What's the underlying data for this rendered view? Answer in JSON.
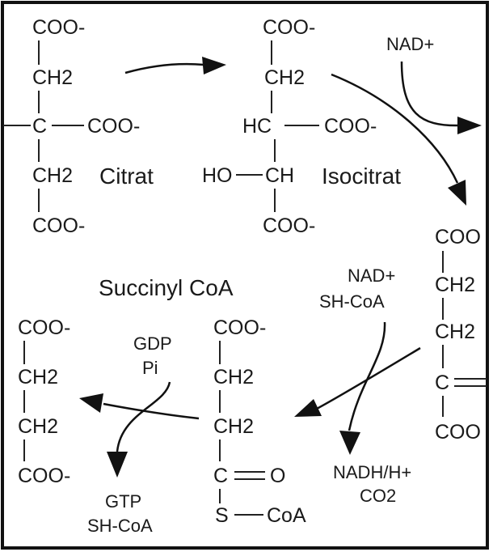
{
  "citrate": {
    "name": "Citrat",
    "top_group": "COO-",
    "ch2_top": "CH2",
    "carbon": "C",
    "side_group": "COO-",
    "ch2_bottom": "CH2",
    "bottom_group": "COO-"
  },
  "isocitrate": {
    "name": "Isocitrat",
    "top_group": "COO-",
    "ch2": "CH2",
    "hc": "HC",
    "side_group": "COO-",
    "ho": "HO",
    "ch": "CH",
    "bottom_group": "COO-"
  },
  "isocitrate_step": {
    "cofactor": "NAD+"
  },
  "alpha_ketoglutarate": {
    "line1": "COO",
    "line2": "CH2",
    "line3": "CH2",
    "line4": "C",
    "line5": "COO"
  },
  "alpha_kg_step": {
    "cofactor_in_1": "NAD+",
    "cofactor_in_2": "SH-CoA",
    "product_out_1": "NADH/H+",
    "product_out_2": "CO2"
  },
  "succinyl_coa": {
    "name": "Succinyl CoA",
    "top_group": "COO-",
    "ch2_top": "CH2",
    "ch2_bottom": "CH2",
    "carbon": "C",
    "oxygen": "O",
    "sulfur": "S",
    "coa": "CoA"
  },
  "succinyl_step": {
    "cofactor_in_1": "GDP",
    "cofactor_in_2": "Pi",
    "product_out_1": "GTP",
    "product_out_2": "SH-CoA"
  },
  "succinate": {
    "top_group": "COO-",
    "ch2_top": "CH2",
    "ch2_bottom": "CH2",
    "bottom_group": "COO-"
  }
}
